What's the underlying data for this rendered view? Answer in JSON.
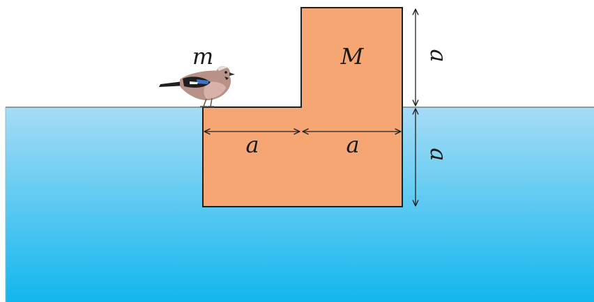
{
  "labels": {
    "bird_mass": "m",
    "block_mass": "M",
    "bottom_left_width": "a",
    "bottom_right_width": "a",
    "upper_height": "a",
    "lower_height": "a"
  },
  "colors": {
    "block_fill": "#F5A672",
    "block_stroke": "#1f1f1f",
    "water_top": "#A6DCF5",
    "water_bottom": "#12B6EE",
    "dimension_line": "#1f1f1f"
  },
  "bird": {
    "icon": "jay-bird-icon",
    "colors": {
      "body": "#B89286",
      "breast": "#D8B2A8",
      "wing_blue": "#3B73C9",
      "wing_dark": "#1E1E1E",
      "tail": "#202020"
    }
  }
}
